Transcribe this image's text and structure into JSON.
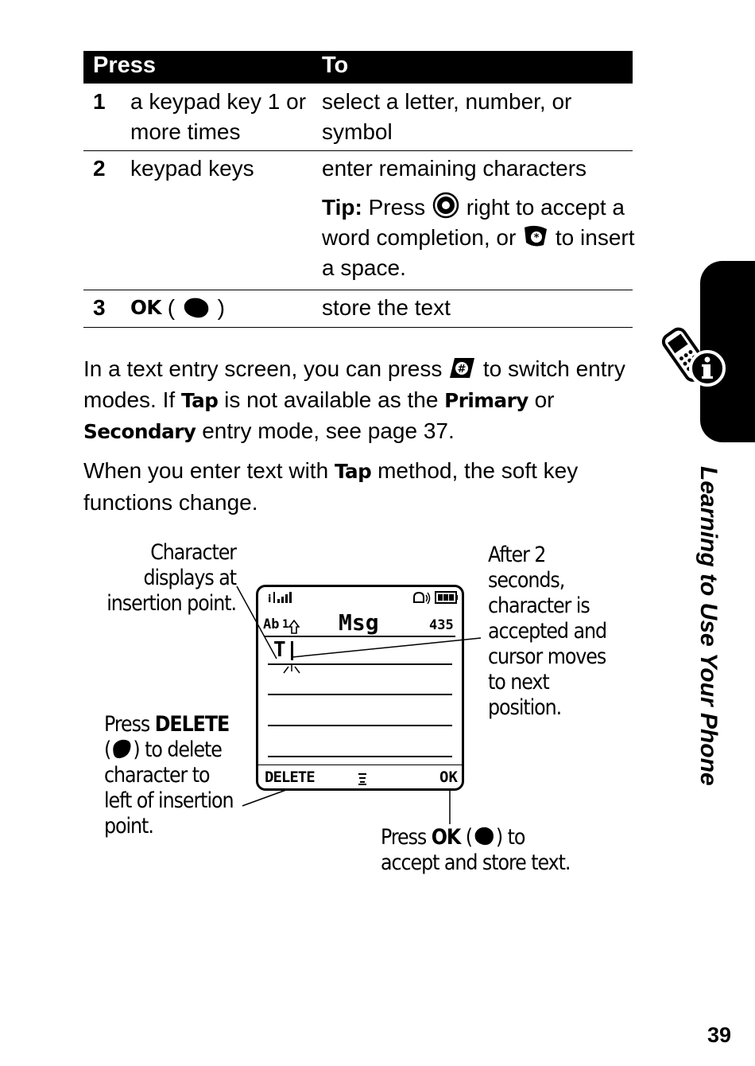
{
  "table": {
    "header_press": "Press",
    "header_to": "To",
    "rows": [
      {
        "num": "1",
        "press": "a keypad key 1 or more times",
        "to": "select a letter, number, or symbol"
      },
      {
        "num": "2",
        "press": "keypad keys",
        "to": "enter remaining characters",
        "tip_label": "Tip:",
        "tip_a": "Press",
        "tip_b": "right to accept a word completion, or",
        "tip_c": "to insert a space."
      },
      {
        "num": "3",
        "press_key": "OK",
        "to": "store the text"
      }
    ]
  },
  "para1": {
    "a": "In a text entry screen, you can press",
    "b": "to switch entry modes. If",
    "tap": "Tap",
    "c": "is not available as the",
    "primary": "Primary",
    "or": "or",
    "secondary": "Secondary",
    "d": "entry mode, see page 37."
  },
  "para2": {
    "a": "When you enter text with",
    "tap": "Tap",
    "b": "method, the soft key functions change."
  },
  "captions": {
    "insertion": [
      "Character",
      "displays at",
      "insertion point."
    ],
    "after": [
      "After 2",
      "seconds,",
      "character is",
      "accepted and",
      "cursor moves",
      "to next",
      "position."
    ],
    "delete_a": "Press",
    "delete_key": "DELETE",
    "delete_b": ") to delete",
    "delete_c": [
      "character to",
      "left of insertion",
      "point."
    ],
    "ok_a": "Press",
    "ok_key": "OK",
    "ok_b": ") to",
    "ok_c": "accept and store text."
  },
  "phone": {
    "mode": "Ab",
    "mode_num": "1",
    "title": "Msg",
    "count": "435",
    "typed": "T",
    "left_soft": "DELETE",
    "right_soft": "OK",
    "menu_icon": "menu-icon"
  },
  "side_label": "Learning to Use Your Phone",
  "page_number": "39",
  "colors": {
    "ink": "#000000",
    "paper": "#ffffff"
  }
}
